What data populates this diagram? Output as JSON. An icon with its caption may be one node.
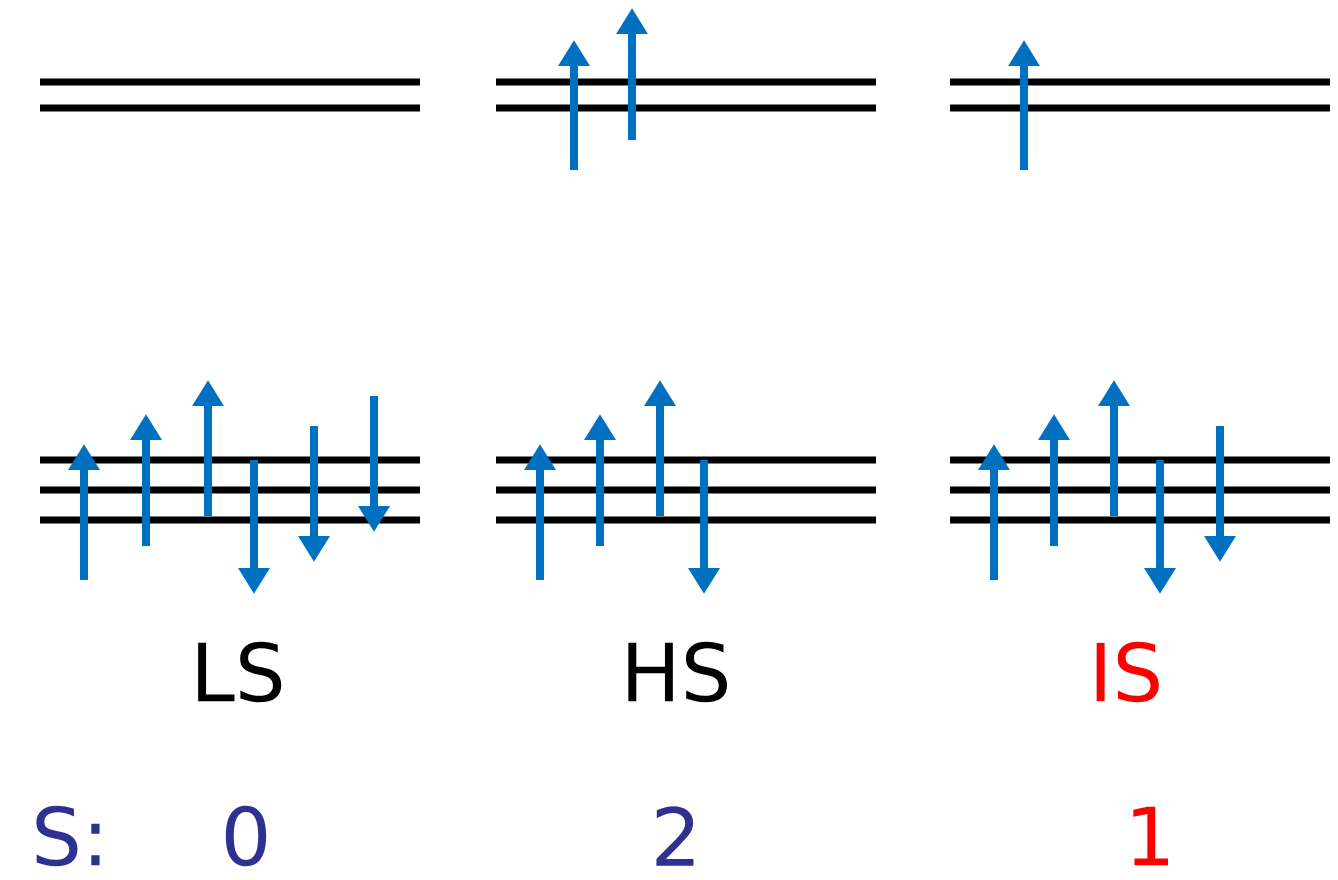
{
  "diagram": {
    "labels": [
      "LS",
      "HS",
      "IS",
      "S:",
      "0",
      "2",
      "1"
    ]
  }
}
